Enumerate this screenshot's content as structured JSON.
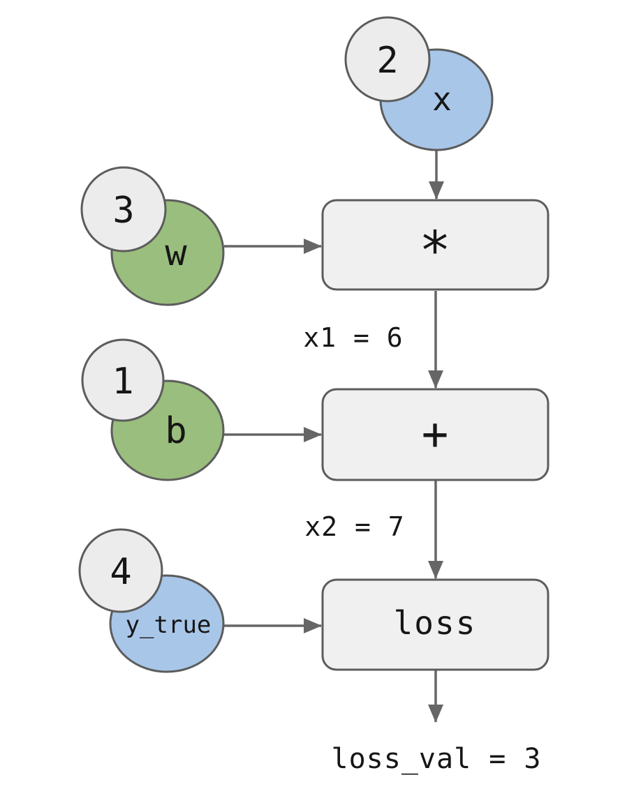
{
  "colors": {
    "input_blue": "#a8c6e8",
    "param_green": "#9abe7d",
    "badge_fill": "#ececec",
    "op_fill": "#f0f0f0",
    "stroke": "#5c5c5c",
    "arrow": "#666666",
    "text": "#161616"
  },
  "diagram": {
    "nodes": {
      "x": {
        "label": "x",
        "value": "2"
      },
      "w": {
        "label": "w",
        "value": "3"
      },
      "b": {
        "label": "b",
        "value": "1"
      },
      "y_true": {
        "label": "y_true",
        "value": "4"
      },
      "multiply": {
        "label": "*"
      },
      "add": {
        "label": "+"
      },
      "loss": {
        "label": "loss"
      }
    },
    "edge_labels": {
      "x1": "x1 = 6",
      "x2": "x2 = 7",
      "loss_val": "loss_val = 3"
    }
  }
}
